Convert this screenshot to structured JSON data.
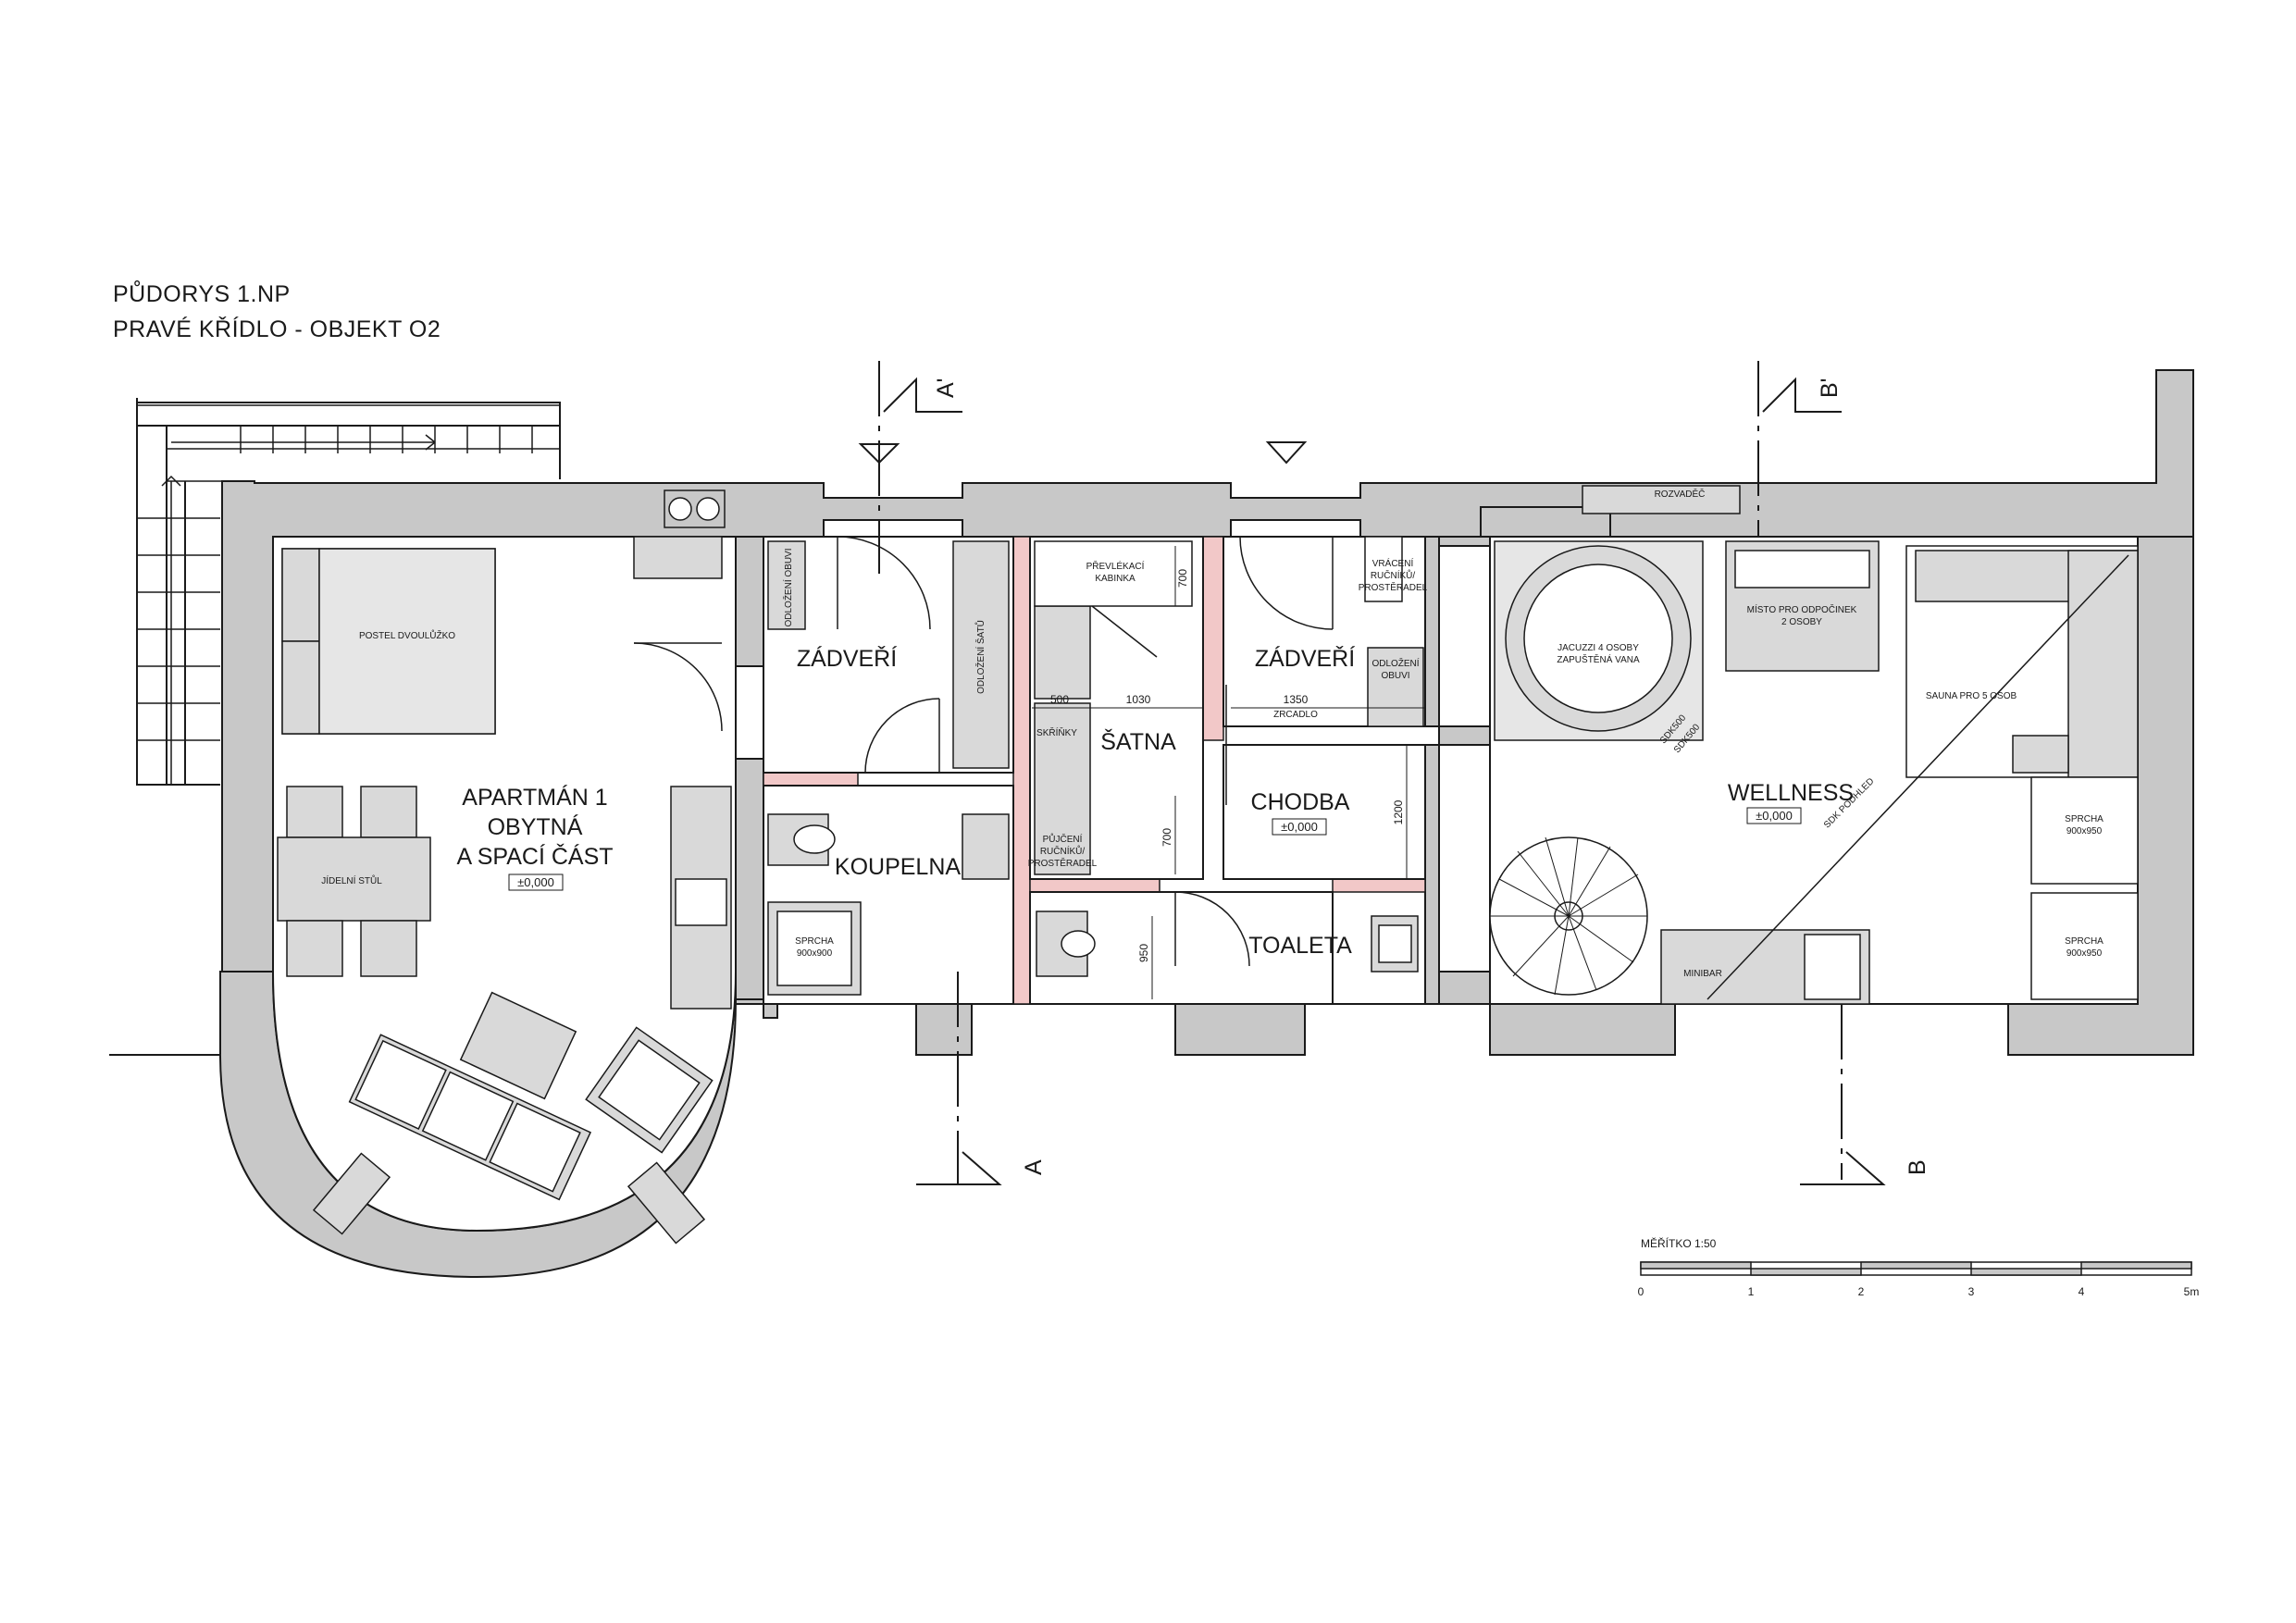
{
  "title": {
    "line1": "PŮDORYS 1.NP",
    "line2": "PRAVÉ KŘÍDLO - OBJEKT O2"
  },
  "section_markers": {
    "a_top": "A'",
    "a_bottom": "A",
    "b_top": "B'",
    "b_bottom": "B"
  },
  "rooms": {
    "apartment_1": "APARTMÁN 1",
    "apartment_1b": "OBYTNÁ",
    "apartment_1c": "A SPACÍ ČÁST",
    "apartment_level": "±0,000",
    "vestibule_left": "ZÁDVEŘÍ",
    "bathroom": "KOUPELNA",
    "wardrobe": "ŠATNA",
    "vestibule_right": "ZÁDVEŘÍ",
    "corridor": "CHODBA",
    "corridor_level": "±0,000",
    "toilet": "TOALETA",
    "wellness": "WELLNESS",
    "wellness_level": "±0,000"
  },
  "labels": {
    "double_bed": "POSTEL DVOULŮŽKO",
    "dining_table": "JÍDELNÍ STŮL",
    "shoe_storage": "ODLOŽENÍ OBUVI",
    "clothes_storage": "ODLOŽENÍ ŠATŮ",
    "shower_bath": "SPRCHA",
    "shower_bath_size": "900x900",
    "changing_cabin": "PŘEVLÉKACÍ",
    "changing_cabin2": "KABINKA",
    "lockers": "SKŘÍŇKY",
    "towel_rental": "PŮJČENÍ",
    "towel_rental2": "RUČNÍKŮ/",
    "towel_rental3": "PROSTĚRADEL",
    "towel_return": "VRÁCENÍ",
    "towel_return2": "RUČNÍKŮ/",
    "towel_return3": "PROSTĚRADEL",
    "shoe_storage2": "ODLOŽENÍ",
    "shoe_storage3": "OBUVI",
    "mirror": "ZRCADLO",
    "switchboard": "ROZVADĚČ",
    "jacuzzi1": "JACUZZI 4 OSOBY",
    "jacuzzi2": "ZAPUŠTĚNÁ VANA",
    "rest1": "MÍSTO PRO ODPOČINEK",
    "rest2": "2 OSOBY",
    "sauna": "SAUNA PRO 5 OSOB",
    "shower1": "SPRCHA",
    "shower1_size": "900x950",
    "shower2": "SPRCHA",
    "shower2_size": "900x950",
    "minibar": "MINIBAR",
    "ceiling": "SDK PODHLED",
    "jacuzzi_dim1": "SDK500",
    "jacuzzi_dim2": "SDK500"
  },
  "dimensions": {
    "d700a": "700",
    "d500": "500",
    "d1030": "1030",
    "d1350": "1350",
    "d1200": "1200",
    "d700b": "700",
    "d950": "950"
  },
  "scale_bar": {
    "title": "MĚŘÍTKO 1:50",
    "ticks": [
      "0",
      "1",
      "2",
      "3",
      "4",
      "5m"
    ]
  },
  "colors": {
    "wall": "#c8c8c8",
    "partition": "#f2c8c8",
    "line": "#1a1a1a",
    "furniture": "#d9d9d9"
  }
}
